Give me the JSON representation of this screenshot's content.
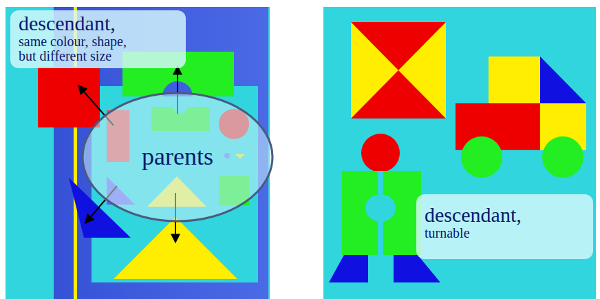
{
  "diagram": {
    "nodes": [
      {
        "text": [
          "descendant,",
          "same colour, shape, but different size"
        ]
      },
      {
        "text": [
          "parents"
        ]
      },
      {
        "text": [
          "descendant,",
          "turnable"
        ]
      }
    ]
  }
}
